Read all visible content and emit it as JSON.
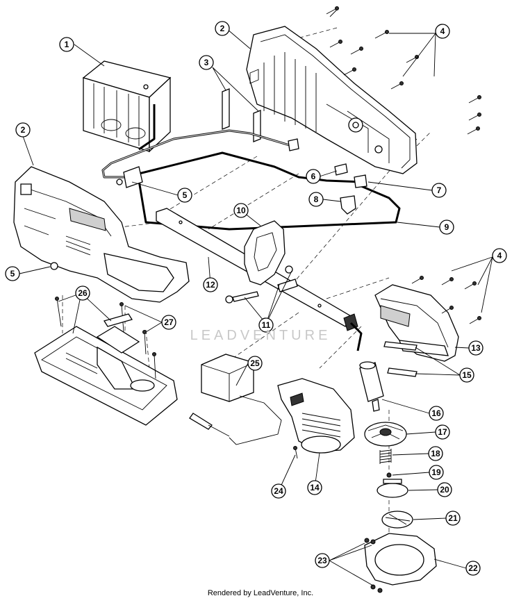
{
  "watermark": "LEADVENTURE",
  "footer": "Rendered by LeadVenture, Inc.",
  "callouts": [
    {
      "label": "1"
    },
    {
      "label": "2"
    },
    {
      "label": "2"
    },
    {
      "label": "3"
    },
    {
      "label": "4"
    },
    {
      "label": "4"
    },
    {
      "label": "5"
    },
    {
      "label": "5"
    },
    {
      "label": "6"
    },
    {
      "label": "7"
    },
    {
      "label": "8"
    },
    {
      "label": "9"
    },
    {
      "label": "10"
    },
    {
      "label": "11"
    },
    {
      "label": "12"
    },
    {
      "label": "13"
    },
    {
      "label": "14"
    },
    {
      "label": "15"
    },
    {
      "label": "16"
    },
    {
      "label": "17"
    },
    {
      "label": "18"
    },
    {
      "label": "19"
    },
    {
      "label": "20"
    },
    {
      "label": "21"
    },
    {
      "label": "22"
    },
    {
      "label": "23"
    },
    {
      "label": "24"
    },
    {
      "label": "25"
    },
    {
      "label": "26"
    },
    {
      "label": "27"
    }
  ]
}
